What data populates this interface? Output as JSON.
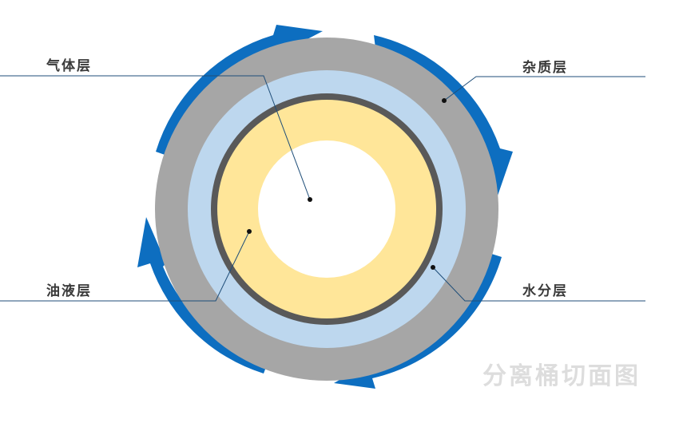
{
  "labels": {
    "gas": "气体层",
    "impurity": "杂质层",
    "oil": "油液层",
    "water": "水分层"
  },
  "caption": "分离桶切面图",
  "colors": {
    "arrow_blue": "#0d6ec0",
    "impurity_gray": "#a6a6a6",
    "water_lightblue": "#bdd7ee",
    "separator_dark": "#595959",
    "oil_yellow": "#ffe699",
    "gas_white": "#ffffff",
    "leader_line": "#1f4e79"
  }
}
